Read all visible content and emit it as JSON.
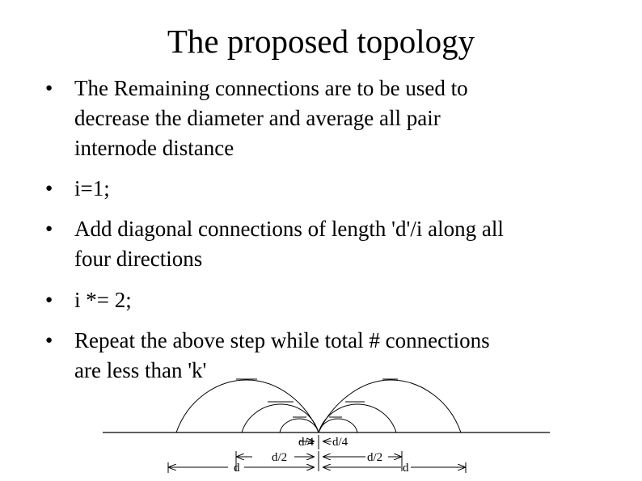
{
  "slide": {
    "title": "The proposed topology",
    "bullets": [
      {
        "bullet_icon": "black-circle-bullet",
        "lines": [
          "The Remaining connections are to be used to",
          "decrease the diameter and average all pair",
          "internode distance"
        ]
      },
      {
        "bullet_icon": "black-circle-bullet",
        "lines": [
          "i=1;"
        ]
      },
      {
        "bullet_icon": "black-circle-bullet",
        "lines": [
          "Add diagonal connections of length 'd'/i along all",
          "four directions"
        ]
      },
      {
        "bullet_icon": "black-circle-bullet",
        "lines": [
          "i *= 2;"
        ]
      },
      {
        "bullet_icon": "black-circle-bullet",
        "lines": [
          "Repeat the above step while total # connections",
          "are less than 'k'"
        ]
      }
    ]
  },
  "diagram": {
    "labels": {
      "d4_left": "d/4",
      "d4_right": "d/4",
      "d2_left": "d/2",
      "d2_right": "d/2",
      "d_left": "d",
      "d_right": "d"
    }
  }
}
